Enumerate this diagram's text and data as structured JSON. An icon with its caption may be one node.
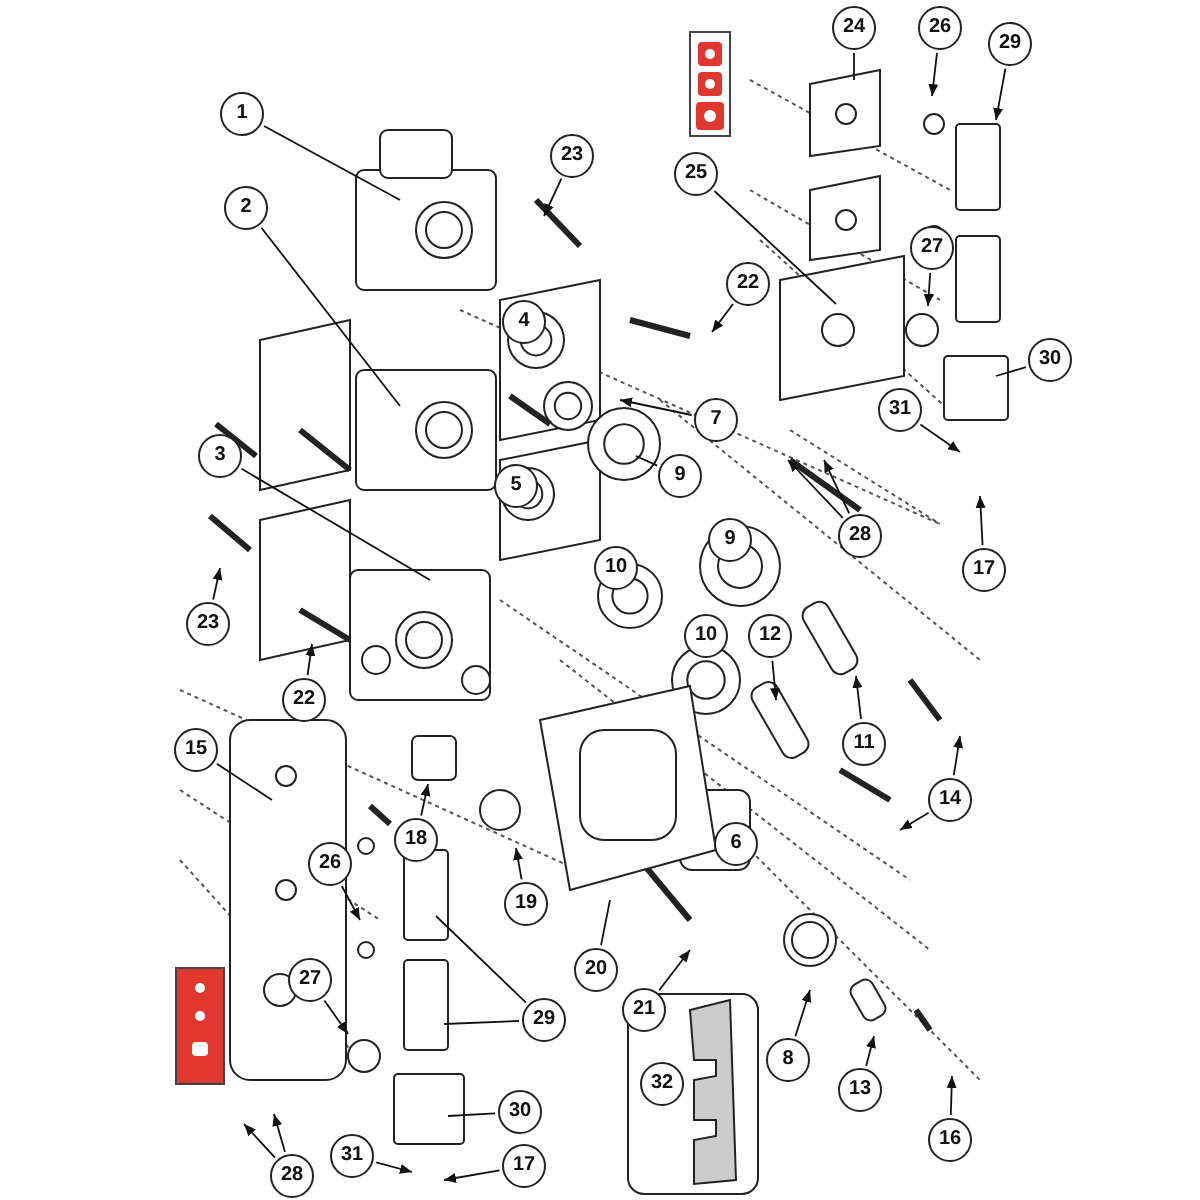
{
  "diagram": {
    "nodes": [
      {
        "text": [
          "24"
        ]
      },
      {
        "text": [
          "26"
        ]
      },
      {
        "text": [
          "29"
        ]
      },
      {
        "text": [
          "1"
        ]
      },
      {
        "text": [
          "23"
        ]
      },
      {
        "text": [
          "25"
        ]
      },
      {
        "text": [
          "2"
        ]
      },
      {
        "text": [
          "27"
        ]
      },
      {
        "text": [
          "22"
        ]
      },
      {
        "text": [
          "4"
        ]
      },
      {
        "text": [
          "7"
        ]
      },
      {
        "text": [
          "30"
        ]
      },
      {
        "text": [
          "9"
        ]
      },
      {
        "text": [
          "31"
        ]
      },
      {
        "text": [
          "3"
        ]
      },
      {
        "text": [
          "5"
        ]
      },
      {
        "text": [
          "28"
        ]
      },
      {
        "text": [
          "9"
        ]
      },
      {
        "text": [
          "17"
        ]
      },
      {
        "text": [
          "10"
        ]
      },
      {
        "text": [
          "23"
        ]
      },
      {
        "text": [
          "10"
        ]
      },
      {
        "text": [
          "12"
        ]
      },
      {
        "text": [
          "22"
        ]
      },
      {
        "text": [
          "11"
        ]
      },
      {
        "text": [
          "15"
        ]
      },
      {
        "text": [
          "14"
        ]
      },
      {
        "text": [
          "18"
        ]
      },
      {
        "text": [
          "6"
        ]
      },
      {
        "text": [
          "26"
        ]
      },
      {
        "text": [
          "19"
        ]
      },
      {
        "text": [
          "20"
        ]
      },
      {
        "text": [
          "21"
        ]
      },
      {
        "text": [
          "27"
        ]
      },
      {
        "text": [
          "29"
        ]
      },
      {
        "text": [
          "8"
        ]
      },
      {
        "text": [
          "13"
        ]
      },
      {
        "text": [
          "32"
        ]
      },
      {
        "text": [
          "30"
        ]
      },
      {
        "text": [
          "16"
        ]
      },
      {
        "text": [
          "31"
        ]
      },
      {
        "text": [
          "28"
        ]
      },
      {
        "text": [
          "17"
        ]
      }
    ],
    "edges": [
      {
        "from": 0,
        "to": null,
        "arrow": "none"
      },
      {
        "from": 1,
        "to": null,
        "arrow": "to"
      },
      {
        "from": 2,
        "to": null,
        "arrow": "to"
      },
      {
        "from": 3,
        "to": null,
        "arrow": "none"
      },
      {
        "from": 4,
        "to": null,
        "arrow": "to"
      },
      {
        "from": 5,
        "to": null,
        "arrow": "none"
      },
      {
        "from": 6,
        "to": null,
        "arrow": "none"
      },
      {
        "from": 7,
        "to": null,
        "arrow": "to"
      },
      {
        "from": 8,
        "to": null,
        "arrow": "to"
      },
      {
        "from": 10,
        "to": null,
        "arrow": "to"
      },
      {
        "from": 11,
        "to": null,
        "arrow": "none"
      },
      {
        "from": 12,
        "to": null,
        "arrow": "none"
      },
      {
        "from": 13,
        "to": null,
        "arrow": "to"
      },
      {
        "from": 14,
        "to": null,
        "arrow": "none"
      },
      {
        "from": 16,
        "to": null,
        "arrow": "to"
      },
      {
        "from": 16,
        "to": null,
        "arrow": "to"
      },
      {
        "from": 18,
        "to": null,
        "arrow": "to"
      },
      {
        "from": 20,
        "to": null,
        "arrow": "to"
      },
      {
        "from": 22,
        "to": null,
        "arrow": "to"
      },
      {
        "from": 23,
        "to": null,
        "arrow": "to"
      },
      {
        "from": 24,
        "to": null,
        "arrow": "to"
      },
      {
        "from": 25,
        "to": null,
        "arrow": "none"
      },
      {
        "from": 26,
        "to": null,
        "arrow": "to"
      },
      {
        "from": 26,
        "to": null,
        "arrow": "to"
      },
      {
        "from": 27,
        "to": null,
        "arrow": "to"
      },
      {
        "from": 29,
        "to": null,
        "arrow": "to"
      },
      {
        "from": 30,
        "to": null,
        "arrow": "to"
      },
      {
        "from": 31,
        "to": null,
        "arrow": "none"
      },
      {
        "from": 32,
        "to": null,
        "arrow": "to"
      },
      {
        "from": 33,
        "to": null,
        "arrow": "to"
      },
      {
        "from": 34,
        "to": null,
        "arrow": "none"
      },
      {
        "from": 34,
        "to": null,
        "arrow": "none"
      },
      {
        "from": 35,
        "to": null,
        "arrow": "to"
      },
      {
        "from": 36,
        "to": null,
        "arrow": "to"
      },
      {
        "from": 38,
        "to": null,
        "arrow": "none"
      },
      {
        "from": 39,
        "to": null,
        "arrow": "to"
      },
      {
        "from": 40,
        "to": null,
        "arrow": "to"
      },
      {
        "from": 41,
        "to": null,
        "arrow": "to"
      },
      {
        "from": 41,
        "to": null,
        "arrow": "to"
      },
      {
        "from": 42,
        "to": null,
        "arrow": "to"
      }
    ]
  }
}
